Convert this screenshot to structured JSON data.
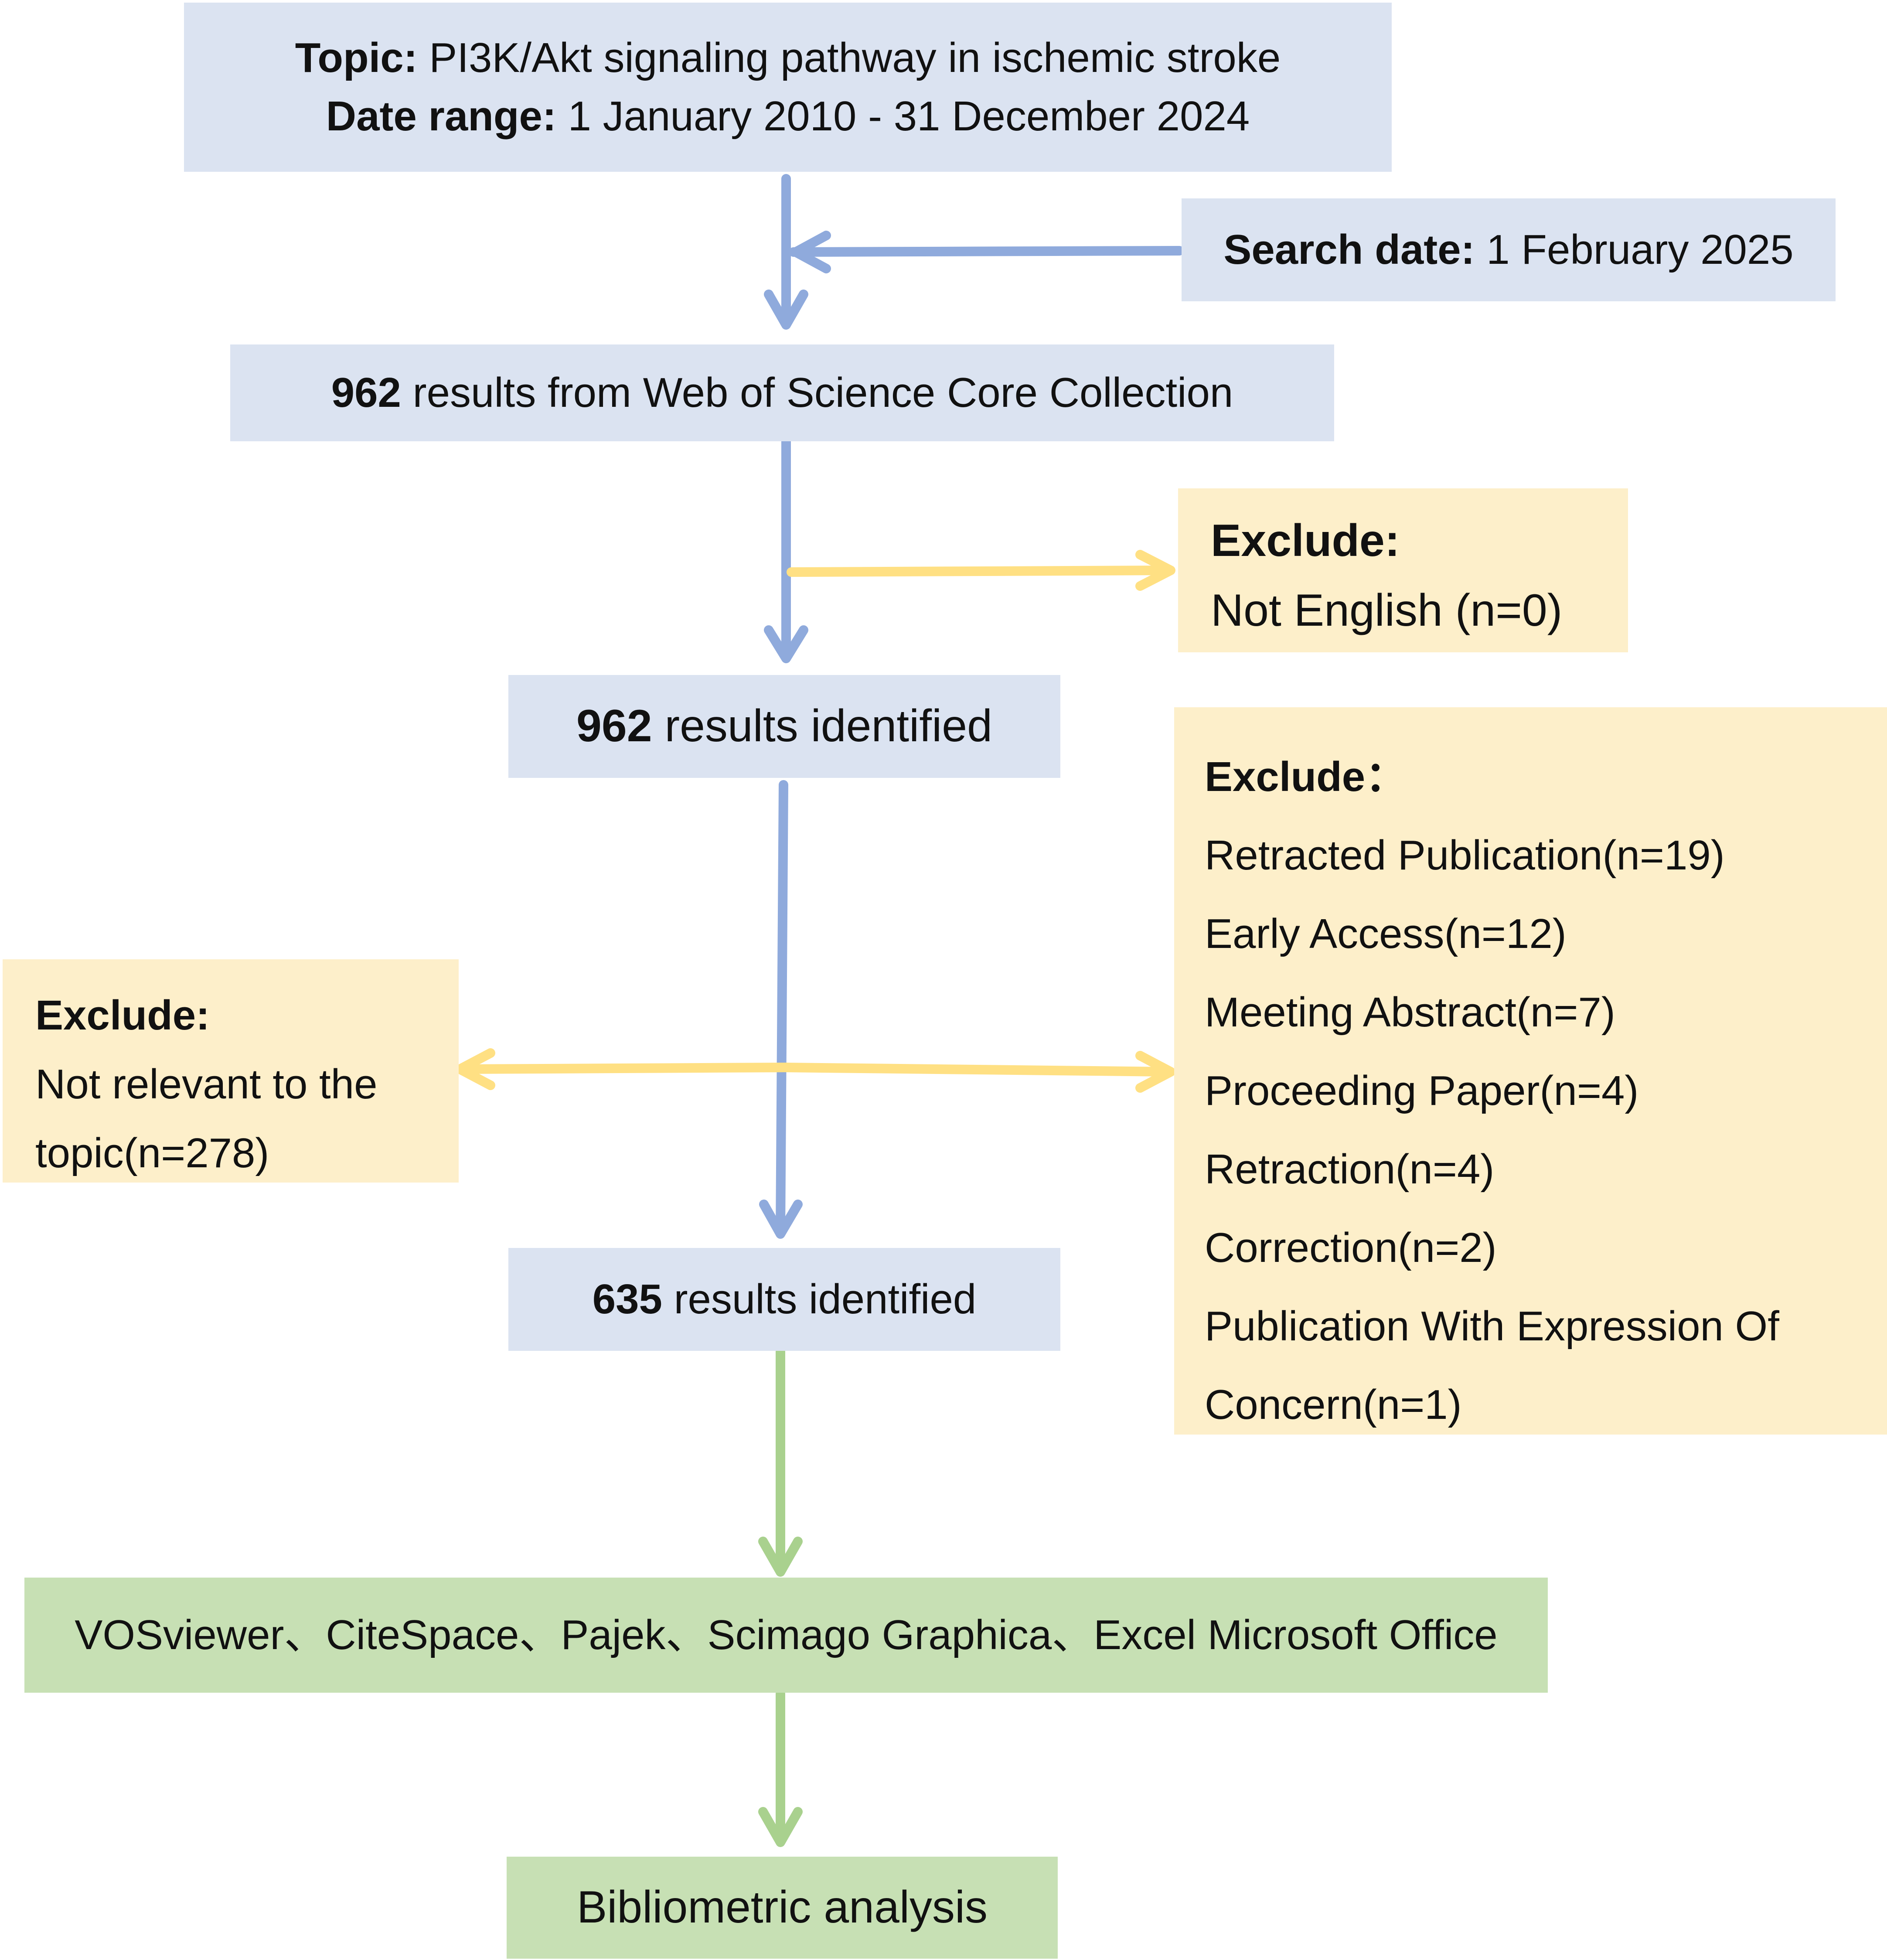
{
  "topic_box": {
    "topic_label": "Topic:",
    "topic_value": "PI3K/Akt signaling pathway in ischemic stroke",
    "date_label": "Date range:",
    "date_value": "1 January 2010 - 31 December 2024"
  },
  "search_box": {
    "label": "Search date:",
    "value": "1 February 2025"
  },
  "wos_box": {
    "count": "962",
    "text": "results from Web of Science Core Collection"
  },
  "language_exclusion": {
    "title": "Exclude:",
    "line": "Not English (n=0)"
  },
  "identified_1": {
    "count": "962",
    "text": "results identified"
  },
  "type_exclusion": {
    "title": "Exclude：",
    "items": [
      "Retracted Publication(n=19)",
      "Early Access(n=12)",
      "Meeting Abstract(n=7)",
      "Proceeding Paper(n=4)",
      "Retraction(n=4)",
      "Correction(n=2)",
      "Publication With Expression Of",
      "Concern(n=1)"
    ]
  },
  "relevance_exclusion": {
    "title": "Exclude:",
    "line1": "Not relevant to the",
    "line2": "topic(n=278)"
  },
  "identified_2": {
    "count": "635",
    "text": "results identified"
  },
  "tools_box": {
    "text": "VOSviewer、CiteSpace、Pajek、Scimago Graphica、Excel Microsoft Office"
  },
  "analysis_box": {
    "text": "Bibliometric analysis"
  },
  "colors": {
    "blue_box": "#dbe3f1",
    "yellow_box": "#fdefca",
    "green_box": "#c7e0b4",
    "blue_arrow": "#8faadc",
    "yellow_arrow": "#ffe083",
    "green_arrow": "#a9d18e"
  }
}
